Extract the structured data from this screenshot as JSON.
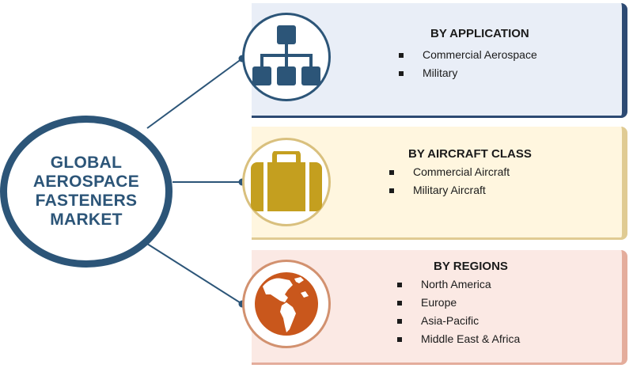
{
  "hub": {
    "lines": [
      "GLOBAL",
      "AEROSPACE",
      "FASTENERS",
      "MARKET"
    ]
  },
  "segments": [
    {
      "title": "BY APPLICATION",
      "icon": "hierarchy-icon",
      "accent": "#2c5578",
      "items": [
        "Commercial Aerospace",
        "Military"
      ]
    },
    {
      "title": "BY AIRCRAFT CLASS",
      "icon": "briefcase-icon",
      "accent": "#c49f1f",
      "items": [
        "Commercial Aircraft",
        "Military Aircraft"
      ]
    },
    {
      "title": "BY REGIONS",
      "icon": "globe-icon",
      "accent": "#c9571c",
      "items": [
        "North America",
        "Europe",
        "Asia-Pacific",
        "Middle East & Africa"
      ]
    }
  ]
}
